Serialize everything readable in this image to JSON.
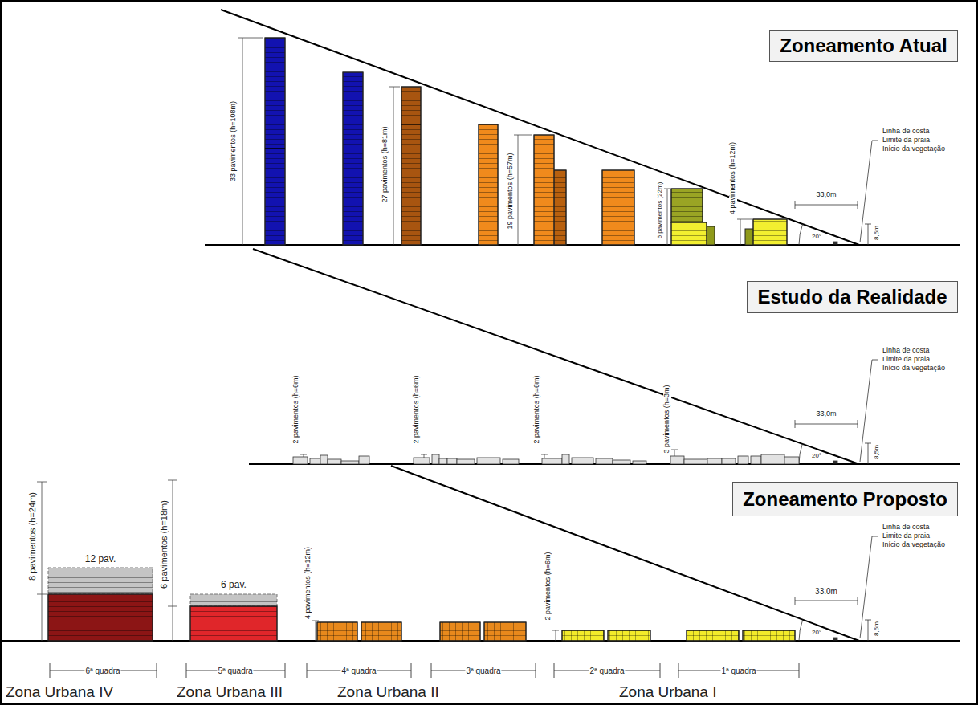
{
  "diagram": {
    "nodes": [
      {
        "text": [
          "Zoneamento Atual"
        ]
      },
      {
        "text": [
          "Estudo da Realidade"
        ]
      },
      {
        "text": [
          "Zoneamento Proposto"
        ]
      }
    ],
    "labels": [
      "33 pavimentos (h=108m)",
      "27 pavimentos (h=81m)",
      "19 pavimentos (h=57m)",
      "6 pavimentos (22m)",
      "4 pavimentos (h=12m)",
      "33,0m",
      "20°",
      "8,5m",
      "Linha de costa",
      "Limite da praia",
      "Início da vegetação",
      "2 pavimentos (h=6m)",
      "2 pavimentos (h=6m)",
      "2 pavimentos (h=6m)",
      "3 pavimentos (h=3m)",
      "33,0m",
      "20°",
      "8,5m",
      "Linha de costa",
      "Limite da praia",
      "Início da vegetação",
      "8 pavimentos (h=24m)",
      "12 pav.",
      "6 pavimentos (h=18m)",
      "6 pav.",
      "4 pavimentos (h=12m)",
      "2 pavimentos (h=6m)",
      "33.0m",
      "20°",
      "8,5m",
      "Linha de costa",
      "Limite da praia",
      "Início da vegetação",
      "6ª quadra",
      "5ª quadra",
      "4ª quadra",
      "3ª quadra",
      "2ª quadra",
      "1ª quadra",
      "Zona Urbana IV",
      "Zona Urbana III",
      "Zona Urbana II",
      "Zona Urbana I"
    ]
  }
}
